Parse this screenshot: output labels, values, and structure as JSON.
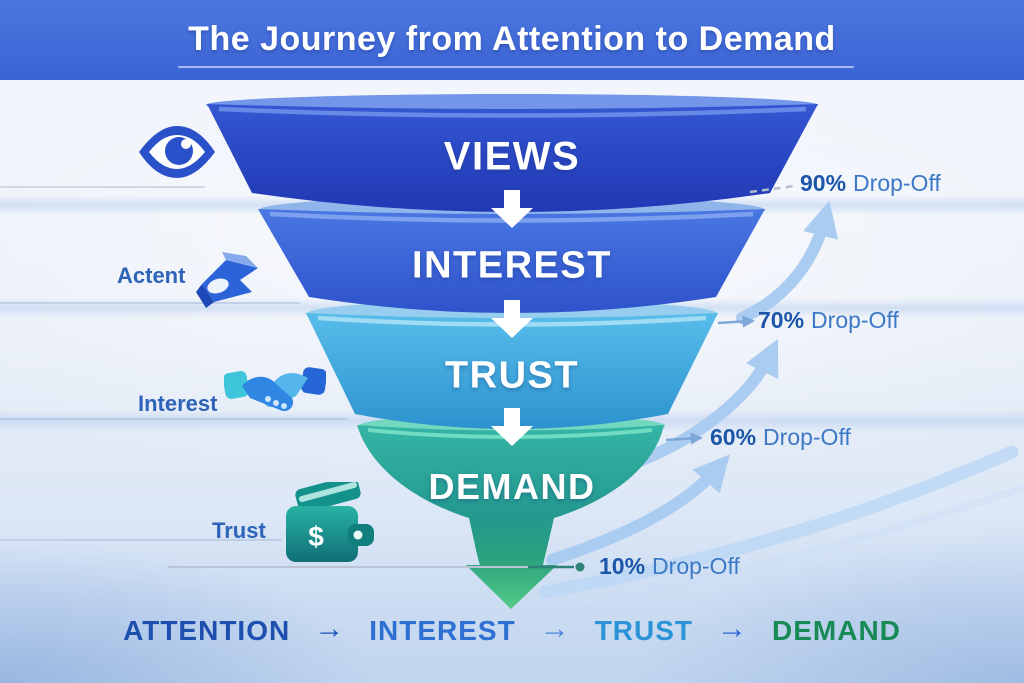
{
  "header": {
    "title": "The Journey from Attention to Demand"
  },
  "funnel": {
    "stages": [
      {
        "label": "VIEWS",
        "color": "#2b4ec9"
      },
      {
        "label": "INTEREST",
        "color": "#3d6cdc"
      },
      {
        "label": "TRUST",
        "color": "#3da6dd"
      },
      {
        "label": "DEMAND",
        "color": "#27a394"
      }
    ]
  },
  "dropoffs": [
    {
      "percent": "90%",
      "label": "Drop-Off"
    },
    {
      "percent": "70%",
      "label": "Drop-Off"
    },
    {
      "percent": "60%",
      "label": "Drop-Off"
    },
    {
      "percent": "10%",
      "label": "Drop-Off"
    }
  ],
  "side_items": [
    {
      "icon": "eye-icon",
      "label": ""
    },
    {
      "icon": "pointer-icon",
      "label": "Actent"
    },
    {
      "icon": "handshake-icon",
      "label": "Interest"
    },
    {
      "icon": "wallet-icon",
      "label": "Trust",
      "wallet_symbol": "$"
    }
  ],
  "bottom_flow": {
    "arrow": "→",
    "steps": [
      {
        "label": "ATTENTION",
        "color": "#1d4fae"
      },
      {
        "label": "INTEREST",
        "color": "#2e6fd2"
      },
      {
        "label": "TRUST",
        "color": "#2b93d6"
      },
      {
        "label": "DEMAND",
        "color": "#178a55"
      }
    ]
  },
  "chart_data": {
    "type": "funnel",
    "title": "The Journey from Attention to Demand",
    "stages": [
      "VIEWS",
      "INTEREST",
      "TRUST",
      "DEMAND"
    ],
    "drop_off_percent": [
      90,
      70,
      60,
      10
    ],
    "flow_sequence": [
      "ATTENTION",
      "INTEREST",
      "TRUST",
      "DEMAND"
    ]
  }
}
